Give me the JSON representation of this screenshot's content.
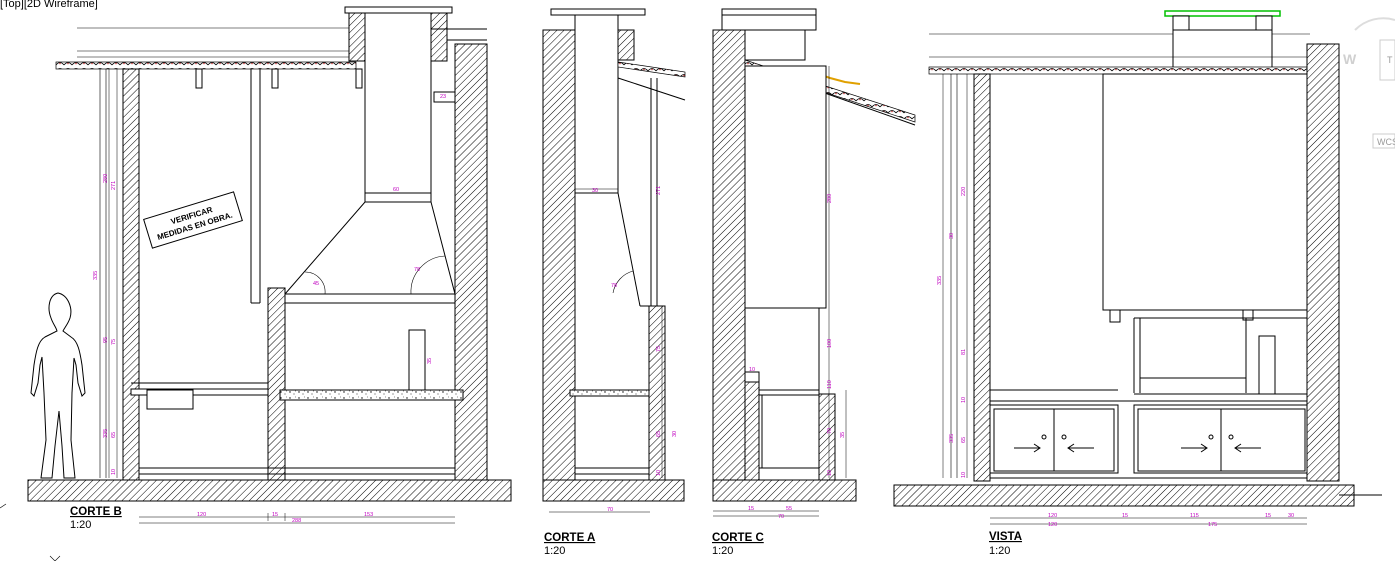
{
  "viewport": {
    "label": "[Top][2D Wireframe]"
  },
  "views": [
    {
      "title": "CORTE B",
      "scale": "1:20"
    },
    {
      "title": "CORTE A",
      "scale": "1:20"
    },
    {
      "title": "CORTE C",
      "scale": "1:20"
    },
    {
      "title": "VISTA",
      "scale": "1:20"
    }
  ],
  "note": {
    "line1": "VERIFICAR",
    "line2": "MEDIDAS EN OBRA."
  },
  "viewcube": {
    "face": "T",
    "west": "W",
    "wcs": "WCS"
  },
  "dimensions": {
    "corte_b": {
      "bottom": [
        "120",
        "15",
        "153",
        "288"
      ],
      "side": [
        "280",
        "271",
        "335",
        "95",
        "75",
        "335",
        "65",
        "10"
      ],
      "inner": [
        "60",
        "23",
        "78",
        "45",
        "35"
      ]
    },
    "corte_a": {
      "bottom": [
        "70"
      ],
      "inner": [
        "30",
        "271",
        "78",
        "75",
        "65",
        "30",
        "10"
      ]
    },
    "corte_c": {
      "bottom": [
        "15",
        "55",
        "70"
      ],
      "inner": [
        "280",
        "100",
        "110",
        "70",
        "35",
        "10",
        "10"
      ]
    },
    "vista": {
      "bottom": [
        "120",
        "15",
        "115",
        "15",
        "30",
        "120",
        "175"
      ],
      "side": [
        "220",
        "335",
        "30",
        "81",
        "10",
        "335",
        "65",
        "10"
      ]
    }
  },
  "colors": {
    "line": "#000000",
    "dimension_text": "#c000c0",
    "highlight_green": "#00c000",
    "highlight_orange": "#e0a000"
  }
}
